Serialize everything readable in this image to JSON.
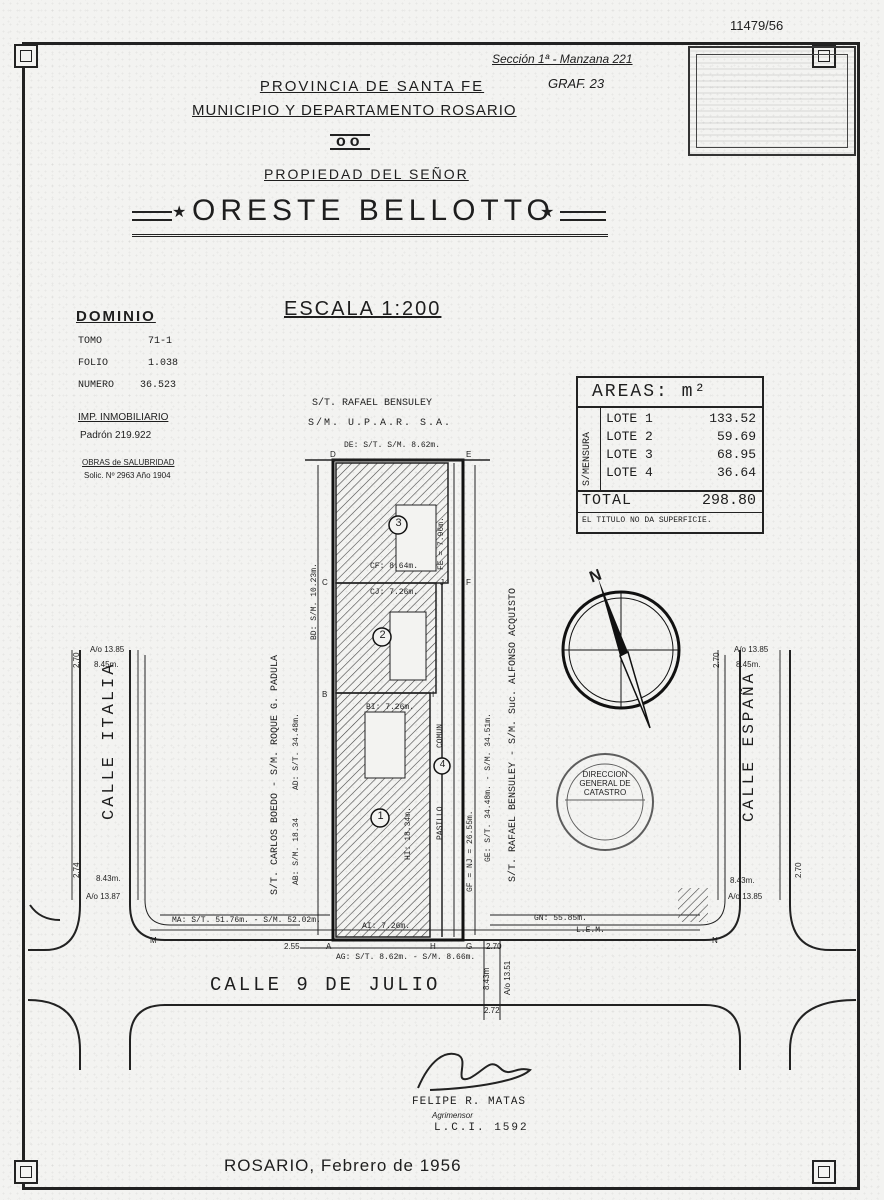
{
  "ref_number": "11479/56",
  "section_ref": "Sección 1ª - Manzana 221",
  "gra_ref": "GRAF. 23",
  "header": {
    "provincia": "PROVINCIA DE SANTA FE",
    "municipio": "MUNICIPIO Y DEPARTAMENTO ROSARIO",
    "separator": "oo",
    "propiedad": "PROPIEDAD DEL SEÑOR",
    "owner": "ORESTE BELLOTTO"
  },
  "escala": "ESCALA 1:200",
  "dominio": {
    "title": "DOMINIO",
    "tomo_label": "TOMO",
    "tomo_value": "71-1",
    "folio_label": "FOLIO",
    "folio_value": "1.038",
    "numero_label": "NUMERO",
    "numero_value": "36.523",
    "imp_label": "IMP. INMOBILIARIO",
    "padron": "Padrón 219.922",
    "obras": "OBRAS de SALUBRIDAD",
    "solic": "Solic. Nº 2963 Año 1904"
  },
  "areas": {
    "title": "AREAS: m²",
    "side_label": "S/MENSURA",
    "rows": [
      {
        "lote": "LOTE 1",
        "value": "133.52"
      },
      {
        "lote": "LOTE 2",
        "value": "59.69"
      },
      {
        "lote": "LOTE 3",
        "value": "68.95"
      },
      {
        "lote": "LOTE 4",
        "value": "36.64"
      }
    ],
    "total_label": "TOTAL",
    "total_value": "298.80",
    "note": "EL TITULO NO DA SUPERFICIE."
  },
  "plan": {
    "top_neighbor_1": "S/T. RAFAEL BENSULEY",
    "top_neighbor_2": "S/M. U.P.A.R. S.A.",
    "de_dim": "DE: S/T. S/M. 8.62m.",
    "left_neighbor": "S/T. CARLOS BOEDO - S/M. ROQUE G. PADULA",
    "right_neighbor": "S/T. RAFAEL BENSULEY - S/M. Suc. ALFONSO ACQUISTO",
    "ad_dim": "AD: S/T. 34.48m.",
    "ab_dim": "AB: S/M. 18.34",
    "bd_dim": "BD: S/M. 10.23m.",
    "ge_dim": "GE: S/T. 34.48m. - S/M. 34.51m.",
    "gf_dim": "GF = NJ = 26.55m.",
    "fe_dim": "FE = 7.96m.",
    "cf_dim": "CF: 8.64m.",
    "cj_dim": "CJ: 7.26m.",
    "bi_dim": "BI: 7.26m.",
    "ai_dim": "AI: 7.26m.",
    "hi_dim": "HI: 18.34m.",
    "lot_labels": [
      "1",
      "2",
      "3",
      "4"
    ],
    "pasillo": "PASILLO",
    "comun": "COMUN",
    "mk_dim": "MA: S/T. 51.76m. - S/M. 52.02m.",
    "gn_dim": "GN: 55.85m.",
    "lem": "L.E.M.",
    "ag_dim": "AG: S/T. 8.62m. - S/M. 8.66m.",
    "street_bottom": "CALLE 9 DE JULIO",
    "street_left": "CALLE ITALIA",
    "street_right": "CALLE ESPAÑA",
    "italia_top_1": "A/o 13.85",
    "italia_top_2": "8.45m.",
    "italia_side": "2.70",
    "italia_bot_1": "8.43m.",
    "italia_bot_2": "A/o 13.87",
    "italia_bot_3": "2.74",
    "espana_top_1": "A/o 13.85",
    "espana_top_2": "8.45m.",
    "espana_side": "2.70",
    "espana_bot_1": "8.43m.",
    "espana_bot_2": "A/o 13.85",
    "espana_bot_3": "2.70",
    "dim_270": "2.70",
    "dim_272": "2.72",
    "dim_255": "2.55",
    "dim_843": "8.43m",
    "ao_1351": "A/o 13.51",
    "letters": [
      "A",
      "B",
      "C",
      "D",
      "E",
      "F",
      "G",
      "H",
      "I",
      "J",
      "M",
      "N"
    ]
  },
  "north": "N",
  "seal_text": "DIRECCION GENERAL DE CATASTRO",
  "signature": {
    "name": "FELIPE R. MATAS",
    "title": "Agrimensor",
    "id": "L.C.I. 1592"
  },
  "footer_date": "ROSARIO, Febrero de 1956"
}
